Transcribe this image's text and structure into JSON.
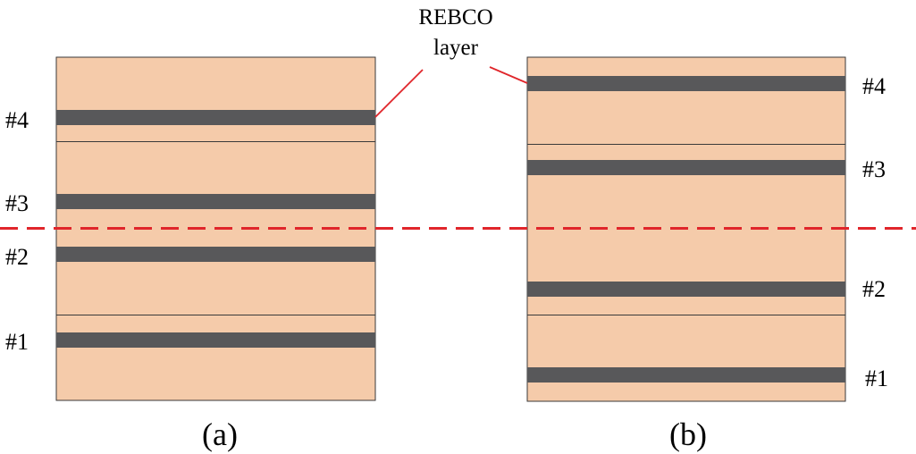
{
  "callout": {
    "line1": "REBCO",
    "line2": "layer"
  },
  "panels": [
    {
      "id": "a",
      "label": "(a)",
      "tapes": [
        "#4",
        "#3",
        "#2",
        "#1"
      ]
    },
    {
      "id": "b",
      "label": "(b)",
      "tapes": [
        "#4",
        "#3",
        "#2",
        "#1"
      ]
    }
  ],
  "colors": {
    "substrate": "#F5CBAA",
    "rebco": "#58585A",
    "outline": "#3a3a3a",
    "center_line": "#E0262B",
    "callout_line": "#E0262B"
  }
}
